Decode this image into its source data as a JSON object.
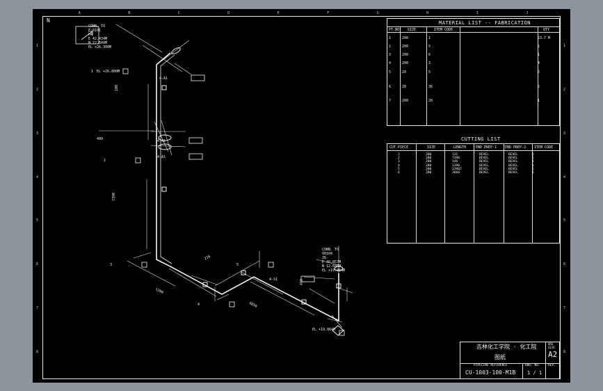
{
  "grid": {
    "top": [
      "A",
      "B",
      "C",
      "D",
      "E",
      "F",
      "G",
      "H",
      "I",
      "J"
    ],
    "side": [
      "1",
      "2",
      "3",
      "4",
      "5",
      "6",
      "7",
      "8"
    ]
  },
  "north": "N",
  "connections": {
    "top": {
      "lines": [
        "CONN. TO",
        "F-0101",
        "H4",
        "E 42.434M",
        "N 22.600M",
        "EL +26.300M"
      ]
    },
    "right": {
      "lines": [
        "CONN. TO",
        "V0104",
        "Z6",
        "E 48.857M",
        "N 12.600M",
        "EL +19.064M"
      ]
    }
  },
  "elevations": {
    "top": "EL +26.800M",
    "bottom": "EL +19.064M"
  },
  "callouts": [
    "4-A1",
    "4-A1",
    "4-A1",
    "4-S1"
  ],
  "markers": [
    "1",
    "2",
    "3",
    "4",
    "5"
  ],
  "dims": {
    "d1": "100",
    "d2": "7390",
    "d3": "1390",
    "d4": "6856",
    "d5": "410",
    "d6": "216",
    "d7": "400"
  },
  "material_list": {
    "title": "MATERIAL LIST -- FABRICATION",
    "headers": [
      "PT.NO",
      "SIZE",
      "ITEM CODE",
      "",
      "QTY"
    ],
    "rows": [
      [
        "1",
        "200",
        "1",
        "",
        "23.7 M"
      ],
      [
        "2",
        "200",
        "5",
        "",
        "5"
      ],
      [
        "3",
        "200",
        "6",
        "",
        "1"
      ],
      [
        "4",
        "200",
        "3",
        "",
        "4"
      ],
      [
        "5",
        "20",
        "5",
        "",
        "2"
      ],
      [
        "6",
        "20",
        "36",
        "",
        "2"
      ],
      [
        "7",
        "200",
        "26",
        "",
        "1"
      ]
    ]
  },
  "cutting_list": {
    "title": "CUTTING LIST",
    "headers": [
      "CUT PIECE",
      "SIZE",
      "LENGTH",
      "END PREP-1",
      "END PREP-2",
      "ITEM CODE"
    ],
    "rows": [
      [
        "1",
        "200",
        "131",
        "BEVEL",
        "BEVEL",
        "1"
      ],
      [
        "2",
        "200",
        "7390",
        "BEVEL",
        "BEVEL",
        "1"
      ],
      [
        "3",
        "200",
        "146",
        "BEVEL",
        "BEVEL",
        "1"
      ],
      [
        "4",
        "200",
        "1390",
        "BEVEL",
        "BEVEL",
        "1"
      ],
      [
        "5",
        "200",
        "13907",
        "BEVEL",
        "BEVEL",
        "1"
      ],
      [
        "6",
        "200",
        "3660",
        "BEVEL",
        "BEVEL",
        "1"
      ]
    ]
  },
  "title_block": {
    "org": "吉林化工学院 · 化工院",
    "drawing": "图纸",
    "size_label": "DRG SIZE",
    "size": "A2",
    "pipeline_ref_label": "PIPELINE REFERENCE",
    "pipeline_ref": "CU-1003-100-M1B",
    "dwg_no_label": "DWG. NO.",
    "dwg_no": "1 / 1",
    "rev_label": "REV."
  }
}
